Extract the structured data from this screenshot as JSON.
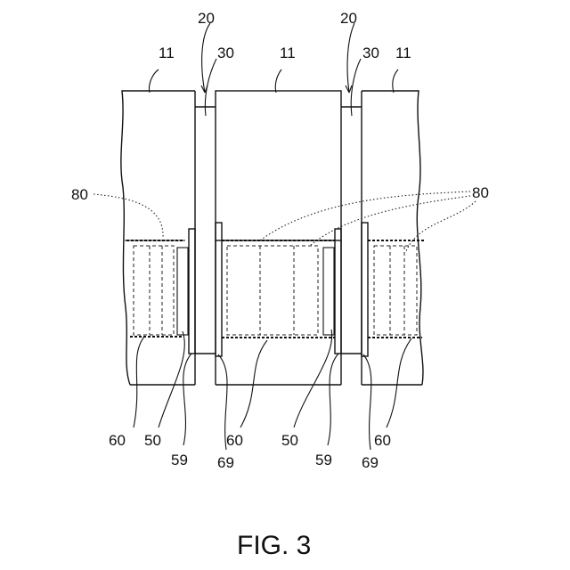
{
  "labels": {
    "l20a": "20",
    "l20b": "20",
    "l30a": "30",
    "l30b": "30",
    "l11a": "11",
    "l11b": "11",
    "l11c": "11",
    "l80a": "80",
    "l80b": "80",
    "l60a": "60",
    "l60b": "60",
    "l60c": "60",
    "l50a": "50",
    "l50b": "50",
    "l59a": "59",
    "l59b": "59",
    "l69a": "69",
    "l69b": "69"
  },
  "caption": "FIG. 3"
}
